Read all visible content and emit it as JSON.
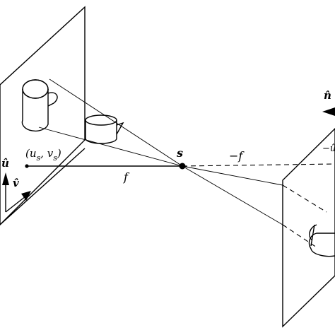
{
  "diagram": {
    "labels": {
      "u_hat": "û",
      "v_hat": "v̂",
      "principal_point": "(u",
      "principal_point_sub_s1": "s",
      "principal_point_mid": ", v",
      "principal_point_sub_s2": "s",
      "principal_point_close": ")",
      "focal_left": "f",
      "center": "s",
      "focal_right": "−f",
      "n_hat": "n̂",
      "right_partial": "−û"
    }
  }
}
